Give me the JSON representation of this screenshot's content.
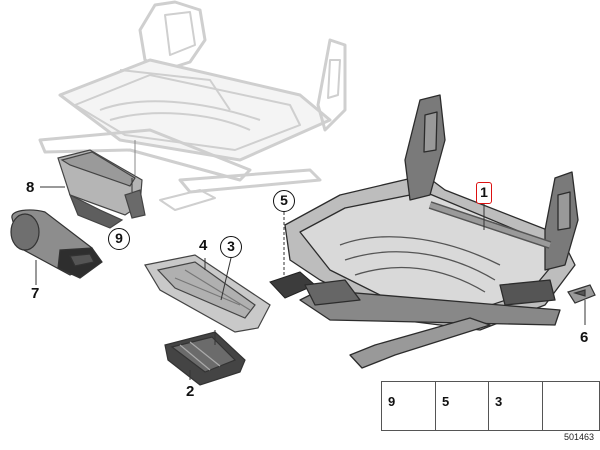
{
  "callouts": {
    "c1": "1",
    "c2": "2",
    "c3": "3",
    "c4": "4",
    "c5": "5",
    "c6": "6",
    "c7": "7",
    "c8": "8",
    "c9": "9"
  },
  "legend": {
    "items": [
      "9",
      "5",
      "3"
    ]
  },
  "diagram_id": "501463"
}
